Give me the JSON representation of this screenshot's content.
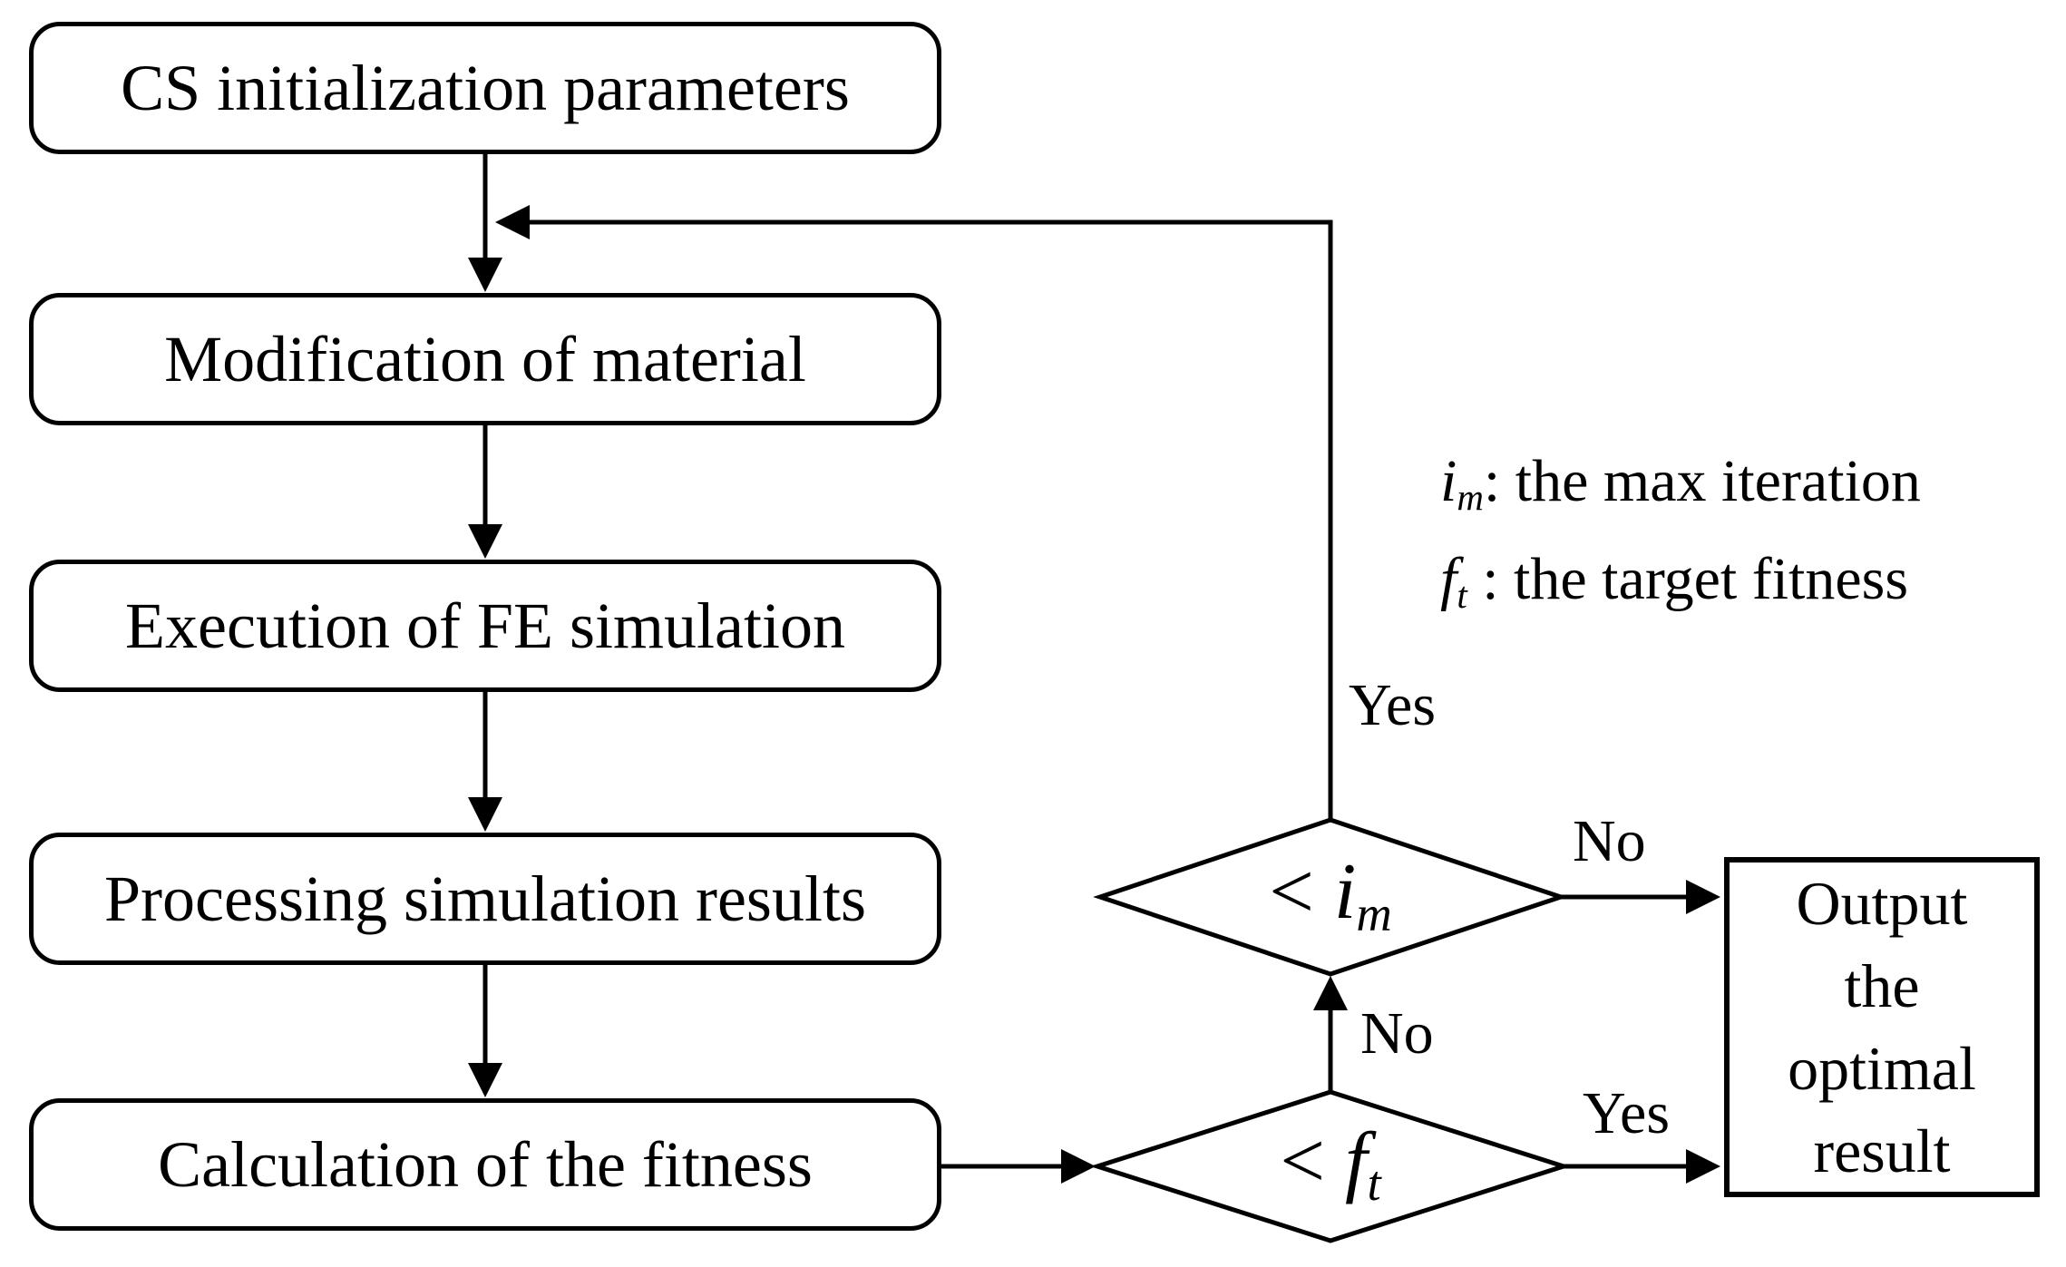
{
  "diagram": {
    "background_color": "#ffffff",
    "line_color": "#000000",
    "process_boxes": [
      {
        "label": "CS initialization parameters"
      },
      {
        "label": "Modification of material"
      },
      {
        "label": "Execution of FE simulation"
      },
      {
        "label": "Processing simulation results"
      },
      {
        "label": "Calculation of the fitness"
      }
    ],
    "decisions": [
      {
        "operator": "<",
        "symbol": "i",
        "subscript": "m"
      },
      {
        "operator": "<",
        "symbol": "f",
        "subscript": "t"
      }
    ],
    "terminal_box": {
      "lines": [
        "Output",
        "the",
        "optimal",
        "result"
      ]
    },
    "edge_labels": {
      "loop_yes": "Yes",
      "iteration_no": "No",
      "between_no": "No",
      "fitness_yes": "Yes"
    },
    "legend": {
      "lines": [
        {
          "symbol": "i",
          "subscript": "m",
          "text": ": the max iteration"
        },
        {
          "symbol": "f",
          "subscript": "t",
          "text": " : the target fitness"
        }
      ]
    }
  }
}
